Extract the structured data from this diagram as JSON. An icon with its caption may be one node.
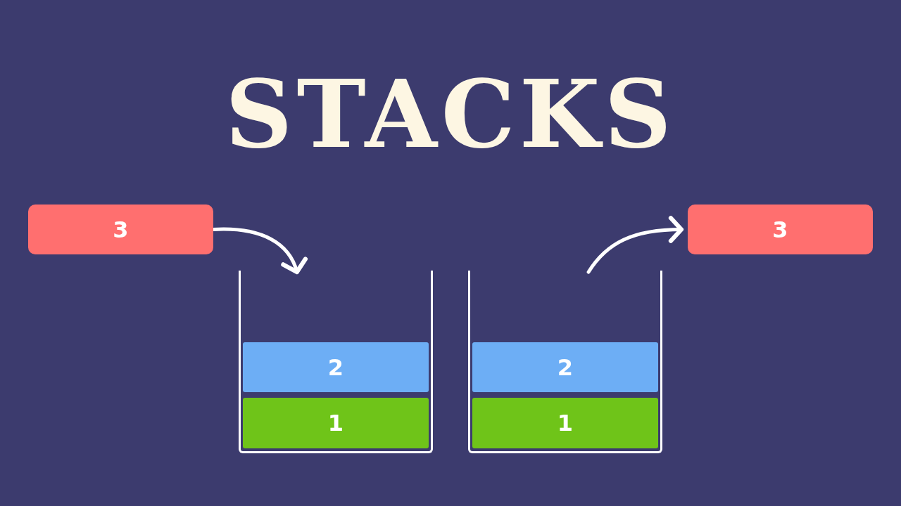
{
  "diagram": {
    "title": "STACKS",
    "nodes": [
      {
        "text": [
          "3"
        ]
      },
      {
        "text": [],
        "shape": "box"
      },
      {
        "text": [
          "2"
        ],
        "in": 1
      },
      {
        "text": [
          "1"
        ],
        "in": 1
      },
      {
        "text": [],
        "shape": "box"
      },
      {
        "text": [
          "2"
        ],
        "in": 4
      },
      {
        "text": [
          "1"
        ],
        "in": 4
      },
      {
        "text": [
          "3"
        ]
      }
    ],
    "edges": [
      {
        "from": 0,
        "to": 1,
        "arrow": "to"
      },
      {
        "from": 4,
        "to": 7,
        "arrow": "to"
      }
    ]
  }
}
